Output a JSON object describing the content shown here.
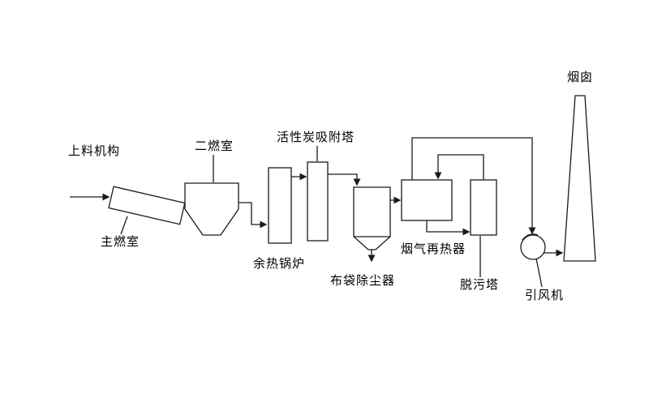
{
  "diagram": {
    "type": "process-flow",
    "labels": {
      "feeder": "上料机构",
      "main_chamber": "主燃室",
      "secondary_chamber": "二燃室",
      "waste_heat_boiler": "余热锅炉",
      "carbon_tower": "活性炭吸附塔",
      "bag_filter": "布袋除尘器",
      "reheater": "烟气再热器",
      "scrubber": "脱污塔",
      "fan": "引风机",
      "stack": "烟囱"
    },
    "colors": {
      "line": "#1a1a1a",
      "background": "#ffffff",
      "text": "#000000"
    }
  }
}
